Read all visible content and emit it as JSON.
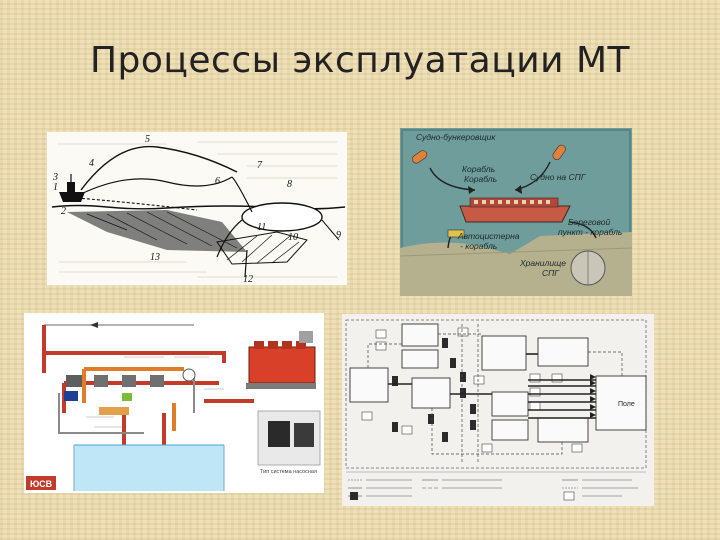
{
  "slide": {
    "title": "Процессы эксплуатации МТ"
  },
  "panel_top_left": {
    "numbers": [
      "1",
      "2",
      "3",
      "4",
      "5",
      "6",
      "7",
      "8",
      "9",
      "10",
      "11",
      "12",
      "13"
    ]
  },
  "panel_top_right": {
    "labels": {
      "bunker_vessel": "Судно-бункеровщик",
      "ship_ship": "Корабль\nКорабль",
      "lng_vessel": "Судно на СПГ",
      "shore_ship": "Береговой\nпункт - корабль",
      "truck_ship": "Автоцистерна\n- корабль",
      "lng_storage": "Хранилище\nСПГ"
    }
  },
  "panel_bottom_left": {
    "logo": "ЮСВ",
    "caption": "Тип система насосная"
  },
  "panel_bottom_right": {
    "main_box": "Поле"
  }
}
